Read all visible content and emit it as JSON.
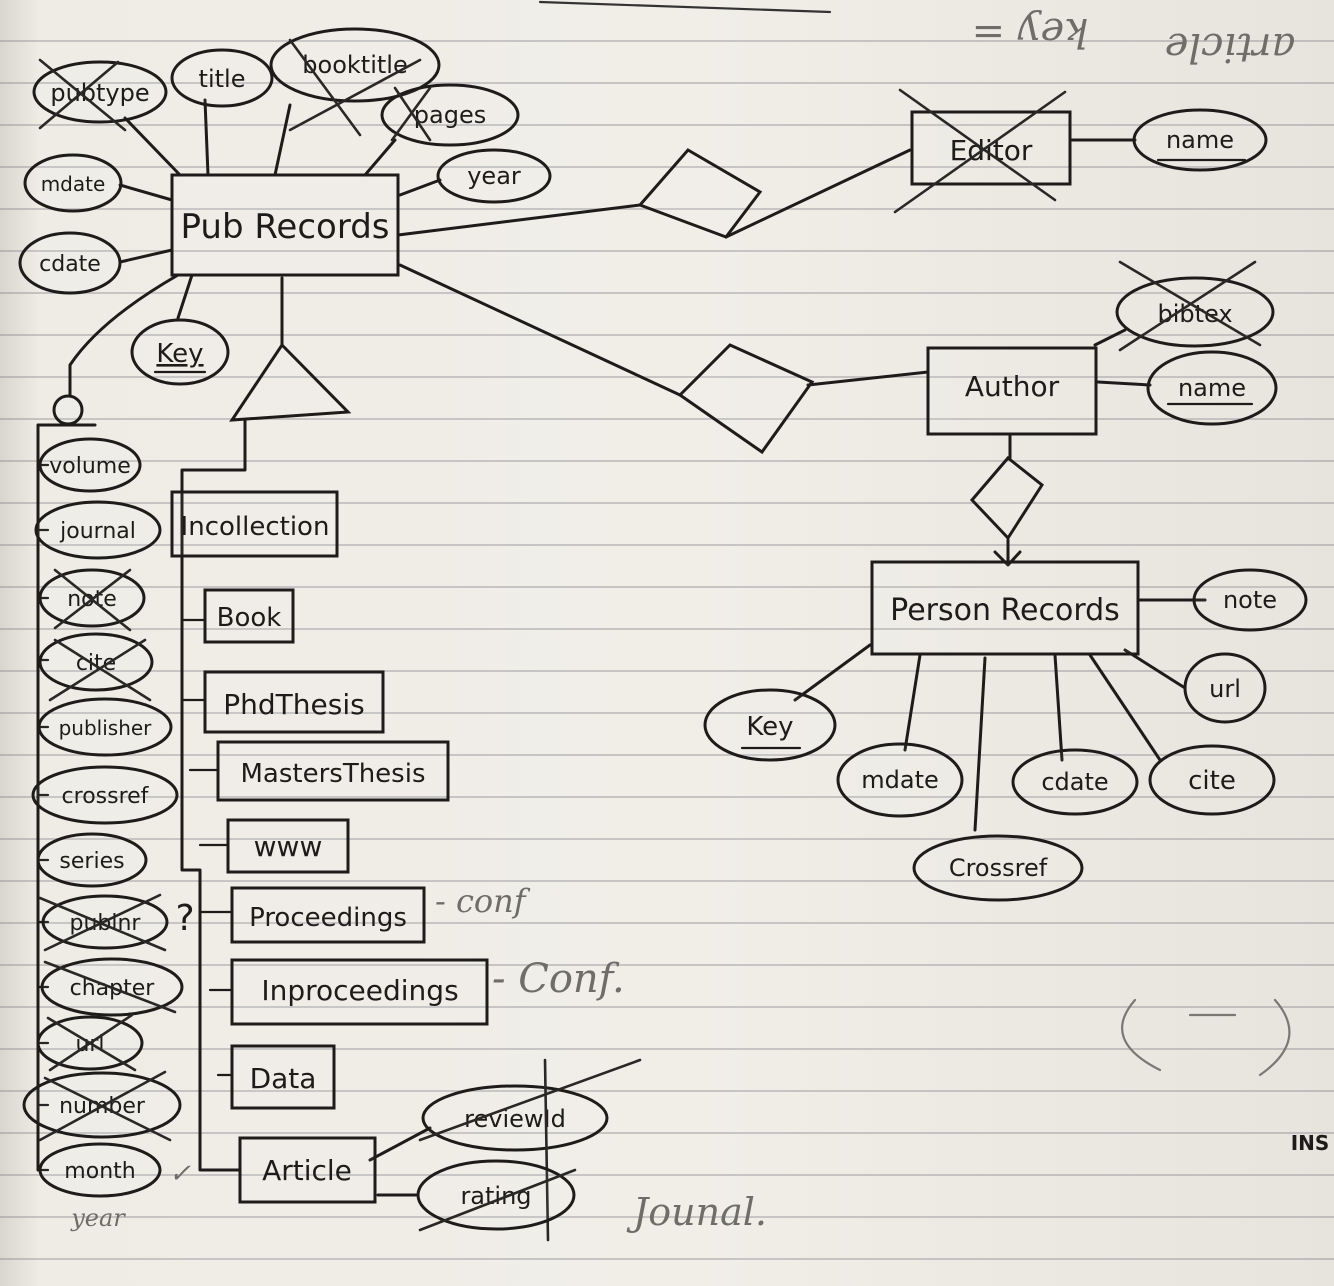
{
  "entities": {
    "pub_records": "Pub Records",
    "editor": "Editor",
    "author": "Author",
    "person_records": "Person Records",
    "incollection": "Incollection",
    "book": "Book",
    "phdthesis": "PhdThesis",
    "mastersthesis": "MastersThesis",
    "www": "www",
    "proceedings": "Proceedings",
    "inproceedings": "Inproceedings",
    "data": "Data",
    "article": "Article"
  },
  "attributes": {
    "pubtype": "pubtype",
    "title": "title",
    "booktitle": "booktitle",
    "pages": "pages",
    "year": "year",
    "mdate": "mdate",
    "cdate": "cdate",
    "key": "Key",
    "volume": "volume",
    "journal": "journal",
    "note": "note",
    "cite": "cite",
    "publisher": "publisher",
    "crossref": "crossref",
    "series": "series",
    "publnr": "publnr",
    "chapter": "chapter",
    "url": "url",
    "number": "number",
    "month": "month",
    "editor_name": "name",
    "author_bibtex": "bibtex",
    "author_name": "name",
    "person_note": "note",
    "person_url": "url",
    "person_key": "Key",
    "person_mdate": "mdate",
    "person_cdate": "cdate",
    "person_cite": "cite",
    "person_crossref": "Crossref",
    "review_id": "reviewId",
    "rating": "rating"
  },
  "annotations": {
    "top_scribble": "key =",
    "top_right": "article",
    "conf_1": "- conf",
    "conf_2": "- Conf.",
    "question": "?",
    "year_note": "year",
    "journal_note": "Jounal.",
    "check": "✓",
    "edge_text": "INS"
  },
  "colors": {
    "ink": "#1e1c1a",
    "pencil": "#6f6d68",
    "paper": "#f1eee8",
    "rule_lines": "#78788a"
  }
}
